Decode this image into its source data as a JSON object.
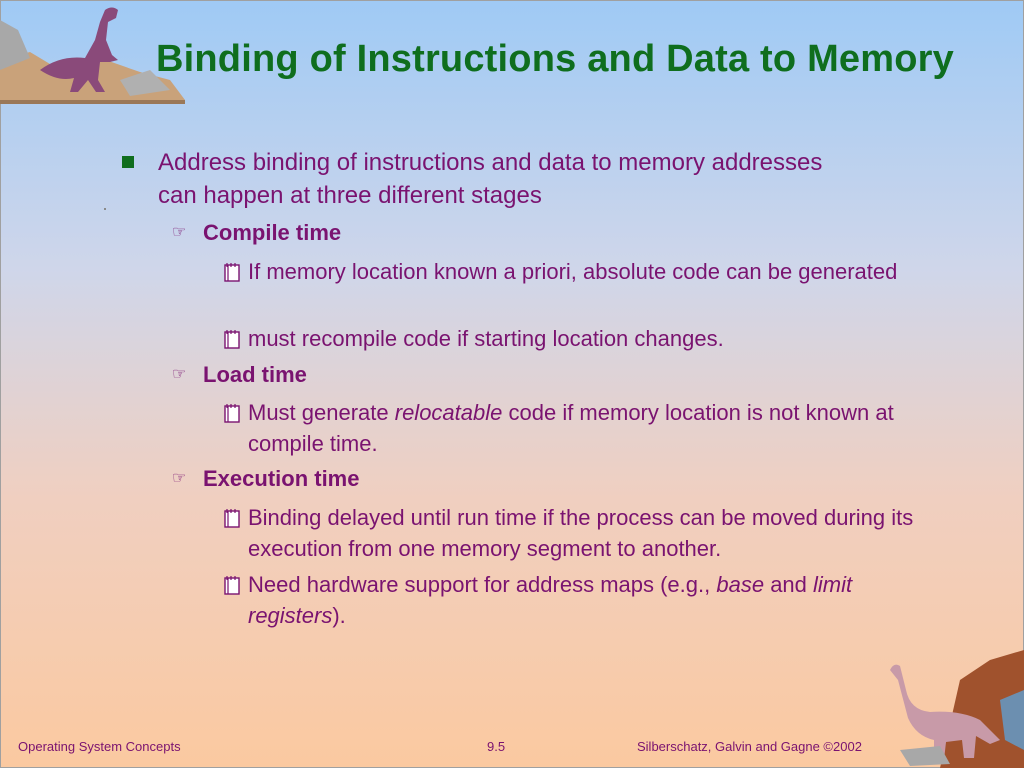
{
  "slide": {
    "title": "Binding of Instructions and Data to Memory",
    "main_bullet": "Address binding of instructions and data to memory addresses can happen at three different stages",
    "stages": [
      {
        "label": "Compile time",
        "items": [
          [
            "If memory location known a priori, absolute code can be generated"
          ],
          [
            "must recompile code if starting location changes."
          ]
        ]
      },
      {
        "label": "Load time",
        "items": [
          [
            "Must generate ",
            "relocatable",
            " code if memory location is not known at compile time."
          ]
        ]
      },
      {
        "label": "Execution time",
        "items": [
          [
            "Binding delayed until run time if the process can be moved during its execution from one memory segment to another."
          ],
          [
            "Need hardware support for address maps (e.g., ",
            "base",
            " and ",
            "limit registers",
            ")."
          ]
        ]
      }
    ]
  },
  "footer": {
    "left": "Operating System Concepts",
    "center": "9.5",
    "right": "Silberschatz, Galvin and  Gagne ©2002"
  },
  "icons": {
    "main_bullet": "square-bullet-icon",
    "stage_bullet": "pointing-hand-icon",
    "item_bullet": "notebook-icon"
  },
  "colors": {
    "title": "#0f6e1e",
    "text": "#7a1370",
    "bullet": "#0f6e1e"
  }
}
